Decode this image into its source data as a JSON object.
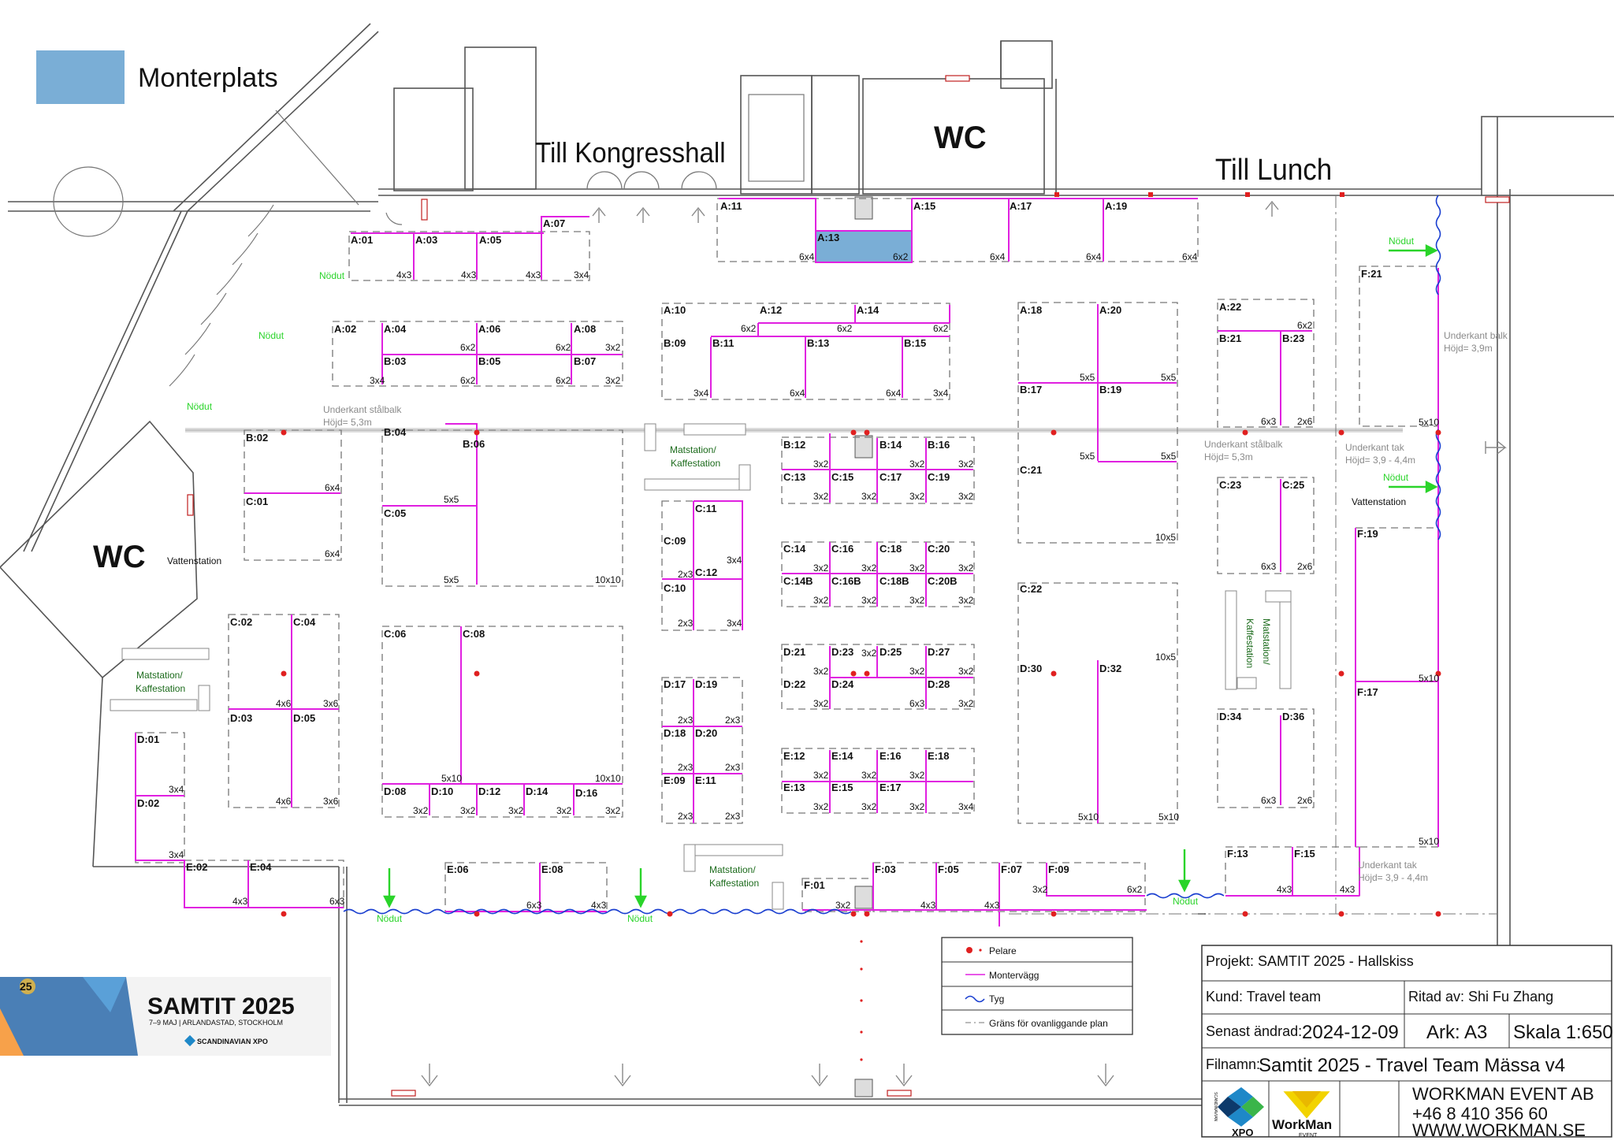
{
  "legend": {
    "label": "Monterplats",
    "swatch_color": "#7aaed6"
  },
  "signs": {
    "kongress": "Till Kongresshall",
    "lunch": "Till Lunch",
    "wc": "WC",
    "vatten": "Vattenstation",
    "nodut": "Nödut",
    "matstation": "Matstation/",
    "kaffestation": "Kaffestation"
  },
  "notes": {
    "underkant_stalbalk": "Underkant stålbalk",
    "hojd_53": "Höjd= 5,3m",
    "underkant_balk": "Underkant balk",
    "hojd_39": "Höjd= 3,9m",
    "underkant_tak": "Underkant tak",
    "hojd_3944": "Höjd= 3,9 - 4,4m"
  },
  "booths": [
    {
      "id": "A:01"
    },
    {
      "id": "A:03"
    },
    {
      "id": "A:05"
    },
    {
      "id": "A:07"
    },
    {
      "id": "A:11"
    },
    {
      "id": "A:13",
      "highlight": true
    },
    {
      "id": "A:15"
    },
    {
      "id": "A:17"
    },
    {
      "id": "A:19"
    },
    {
      "id": "A:02"
    },
    {
      "id": "A:04"
    },
    {
      "id": "A:06"
    },
    {
      "id": "A:08"
    },
    {
      "id": "B:03"
    },
    {
      "id": "B:05"
    },
    {
      "id": "B:07"
    },
    {
      "id": "A:10"
    },
    {
      "id": "A:12"
    },
    {
      "id": "A:14"
    },
    {
      "id": "B:09"
    },
    {
      "id": "B:11"
    },
    {
      "id": "B:13"
    },
    {
      "id": "B:15"
    },
    {
      "id": "A:18"
    },
    {
      "id": "A:20"
    },
    {
      "id": "B:17"
    },
    {
      "id": "B:19"
    },
    {
      "id": "C:21"
    },
    {
      "id": "A:22"
    },
    {
      "id": "B:21"
    },
    {
      "id": "B:23"
    },
    {
      "id": "F:21"
    },
    {
      "id": "B:02"
    },
    {
      "id": "C:01"
    },
    {
      "id": "B:04"
    },
    {
      "id": "B:06"
    },
    {
      "id": "C:05"
    },
    {
      "id": "B:12"
    },
    {
      "id": "B:14"
    },
    {
      "id": "B:16"
    },
    {
      "id": "C:13"
    },
    {
      "id": "C:15"
    },
    {
      "id": "C:17"
    },
    {
      "id": "C:19"
    },
    {
      "id": "C:11"
    },
    {
      "id": "C:09"
    },
    {
      "id": "C:12"
    },
    {
      "id": "C:10"
    },
    {
      "id": "C:14"
    },
    {
      "id": "C:16"
    },
    {
      "id": "C:18"
    },
    {
      "id": "C:20"
    },
    {
      "id": "C:14B"
    },
    {
      "id": "C:16B"
    },
    {
      "id": "C:18B"
    },
    {
      "id": "C:20B"
    },
    {
      "id": "C:23"
    },
    {
      "id": "C:25"
    },
    {
      "id": "F:19"
    },
    {
      "id": "C:02"
    },
    {
      "id": "C:04"
    },
    {
      "id": "D:03"
    },
    {
      "id": "D:05"
    },
    {
      "id": "C:06"
    },
    {
      "id": "C:08"
    },
    {
      "id": "D:08"
    },
    {
      "id": "D:10"
    },
    {
      "id": "D:12"
    },
    {
      "id": "D:14"
    },
    {
      "id": "D:16"
    },
    {
      "id": "D:17"
    },
    {
      "id": "D:19"
    },
    {
      "id": "D:18"
    },
    {
      "id": "D:20"
    },
    {
      "id": "E:09"
    },
    {
      "id": "E:11"
    },
    {
      "id": "D:21"
    },
    {
      "id": "D:23"
    },
    {
      "id": "D:25"
    },
    {
      "id": "D:27"
    },
    {
      "id": "D:22"
    },
    {
      "id": "D:24"
    },
    {
      "id": "D:28"
    },
    {
      "id": "C:22"
    },
    {
      "id": "D:30"
    },
    {
      "id": "D:32"
    },
    {
      "id": "D:34"
    },
    {
      "id": "D:36"
    },
    {
      "id": "F:17"
    },
    {
      "id": "E:12"
    },
    {
      "id": "E:14"
    },
    {
      "id": "E:16"
    },
    {
      "id": "E:18"
    },
    {
      "id": "E:13"
    },
    {
      "id": "E:15"
    },
    {
      "id": "E:17"
    },
    {
      "id": "D:01"
    },
    {
      "id": "D:02"
    },
    {
      "id": "E:02"
    },
    {
      "id": "E:04"
    },
    {
      "id": "E:06"
    },
    {
      "id": "E:08"
    },
    {
      "id": "F:01"
    },
    {
      "id": "F:03"
    },
    {
      "id": "F:05"
    },
    {
      "id": "F:07"
    },
    {
      "id": "F:09"
    },
    {
      "id": "F:13"
    },
    {
      "id": "F:15"
    }
  ],
  "sizes": [
    "4x3",
    "3x4",
    "6x4",
    "6x2",
    "3x2",
    "5x5",
    "5x10",
    "10x5",
    "10x10",
    "2x3",
    "4x6",
    "3x6",
    "6x3",
    "2x6"
  ],
  "key": {
    "pelare": "Pelare",
    "montervagg": "Montervägg",
    "tyg": "Tyg",
    "grans": "Gräns för ovanliggande plan"
  },
  "titleblock": {
    "projekt": "Projekt: SAMTIT 2025 - Hallskiss",
    "kund": "Kund: Travel team",
    "ritad": "Ritad av: Shi Fu Zhang",
    "andrad_label": "Senast ändrad:",
    "andrad_date": "2024-12-09",
    "ark": "Ark: A3",
    "skala": "Skala 1:650",
    "filnamn_label": "Filnamn:",
    "filnamn": "Samtit 2025 - Travel Team Mässa v4",
    "company": "WORKMAN EVENT AB",
    "phone": "+46 8 410 356 60",
    "web": "WWW.WORKMAN.SE",
    "logo_xpo": "XPO",
    "logo_scandinavian": "SCANDINAVIAN",
    "logo_workman": "WorkMan",
    "logo_event": "EVENT"
  },
  "banner": {
    "title": "SAMTIT 2025",
    "subtitle": "7–9 MAJ | ARLANDASTAD, STOCKHOLM",
    "logo": "SCANDINAVIAN XPO",
    "badge": "25",
    "accent": "#f7a14a"
  },
  "colors": {
    "wall": "#e020e0",
    "pillar": "#e02020",
    "fabric": "#1a3fd0",
    "exit": "#2ad42a",
    "station_text": "#1c6b1c"
  }
}
